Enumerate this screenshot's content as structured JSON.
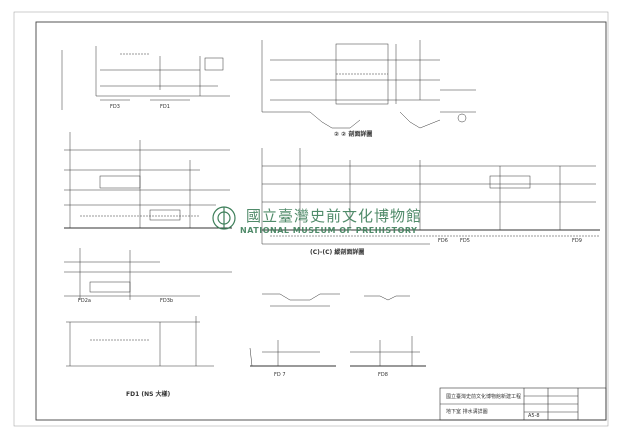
{
  "labels": {
    "sec_top_right": "② ② 剖面詳圖",
    "sec_long": "(C)-(C) 縱剖面詳圖",
    "fd1_top": "FD1",
    "fd3_top": "FD3",
    "fd2a": "FD2a",
    "fd3b": "FD3b",
    "fd1_bottom": "FD1 (NS 大樣)",
    "fd7": "FD 7",
    "fd8": "FD8",
    "fd6": "FD6",
    "fd9": "FD9",
    "fd5": "FD5"
  },
  "watermark": {
    "chinese": "國立臺灣史前文化博物館",
    "english": "NATIONAL MUSEUM OF PREHISTORY"
  },
  "title_block": {
    "project": "國立臺灣史前文化博物館新建工程",
    "drawing": "地下室 排水溝詳圖",
    "sheet_no": "A5-8"
  }
}
